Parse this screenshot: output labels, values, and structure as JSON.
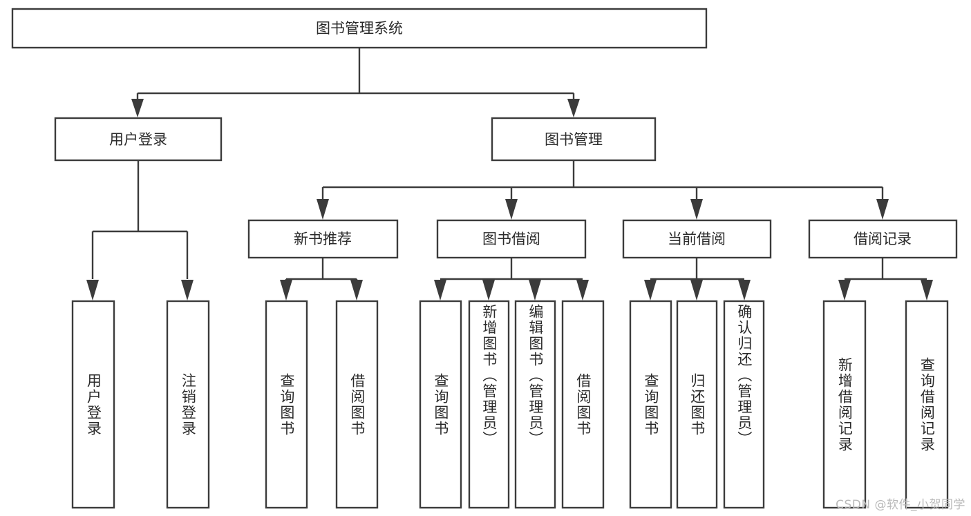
{
  "diagram": {
    "title": "图书管理系统",
    "type": "hierarchy-tree",
    "watermark": "CSDN @软件_小贺同学",
    "colors": {
      "stroke": "#3b3b3b",
      "box_fill": "#ffffff",
      "text": "#2b2b2b",
      "background": "#ffffff",
      "watermark": "#b9b9b9"
    },
    "root": {
      "label": "图书管理系统",
      "orientation": "horizontal"
    },
    "level2": [
      {
        "label": "用户登录",
        "orientation": "horizontal"
      },
      {
        "label": "图书管理",
        "orientation": "horizontal"
      }
    ],
    "level3": [
      {
        "label": "新书推荐",
        "orientation": "horizontal"
      },
      {
        "label": "图书借阅",
        "orientation": "horizontal"
      },
      {
        "label": "当前借阅",
        "orientation": "horizontal"
      },
      {
        "label": "借阅记录",
        "orientation": "horizontal"
      }
    ],
    "leaves": {
      "user_login": [
        {
          "label": "用户登录",
          "orientation": "vertical"
        },
        {
          "label": "注销登录",
          "orientation": "vertical"
        }
      ],
      "new_book_recommend": [
        {
          "label": "查询图书",
          "orientation": "vertical"
        },
        {
          "label": "借阅图书",
          "orientation": "vertical"
        }
      ],
      "book_borrow": [
        {
          "label": "查询图书",
          "orientation": "vertical"
        },
        {
          "label": "新增图书（管理员）",
          "orientation": "vertical"
        },
        {
          "label": "编辑图书（管理员）",
          "orientation": "vertical"
        },
        {
          "label": "借阅图书",
          "orientation": "vertical"
        }
      ],
      "current_borrow": [
        {
          "label": "查询图书",
          "orientation": "vertical"
        },
        {
          "label": "归还图书",
          "orientation": "vertical"
        },
        {
          "label": "确认归还（管理员）",
          "orientation": "vertical"
        }
      ],
      "borrow_record": [
        {
          "label": "新增借阅记录",
          "orientation": "vertical"
        },
        {
          "label": "查询借阅记录",
          "orientation": "vertical"
        }
      ]
    }
  }
}
